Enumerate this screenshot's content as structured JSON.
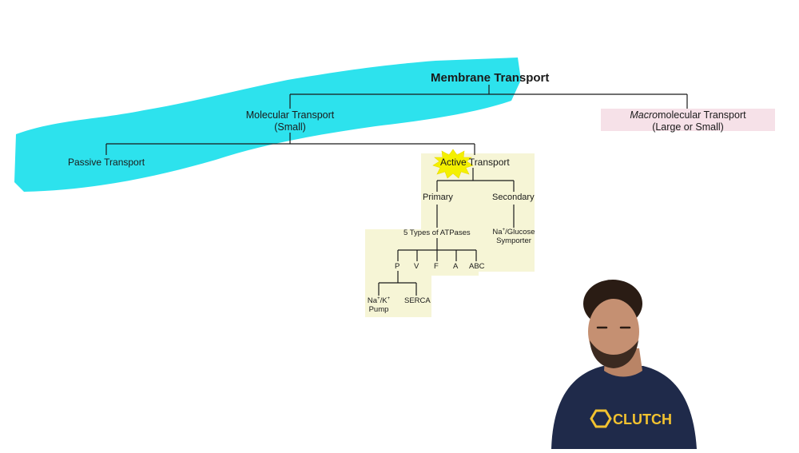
{
  "diagram": {
    "root": "Membrane Transport",
    "molecular": {
      "line1": "Molecular Transport",
      "line2": "(Small)"
    },
    "macromolecular": {
      "italic": "Macro",
      "rest": "molecular Transport",
      "line2": "(Large or Small)"
    },
    "passive": "Passive Transport",
    "active": {
      "word": "Active",
      "rest": " Transport"
    },
    "primary": "Primary",
    "secondary": "Secondary",
    "atpases": "5 Types of ATPases",
    "symporter": {
      "na": "Na",
      "sup": "+",
      "rest": "/Glucose",
      "line2": "Symporter"
    },
    "atpase_types": [
      "P",
      "V",
      "F",
      "A",
      "ABC"
    ],
    "pump": {
      "na": "Na",
      "sup1": "+",
      "slash_k": "/K",
      "sup2": "+",
      "line2": "Pump"
    },
    "serca": "SERCA"
  },
  "presenter": {
    "shirt_logo": "CLUTCH"
  },
  "colors": {
    "highlighter_cyan": "#22e0ec",
    "star_yellow": "#f4f000",
    "box_cream": "#f6f5d6",
    "macro_pink": "#f6e1e8",
    "line": "#1a1a1a",
    "shirt": "#1f2a4a",
    "logo_yellow": "#f2c230"
  }
}
